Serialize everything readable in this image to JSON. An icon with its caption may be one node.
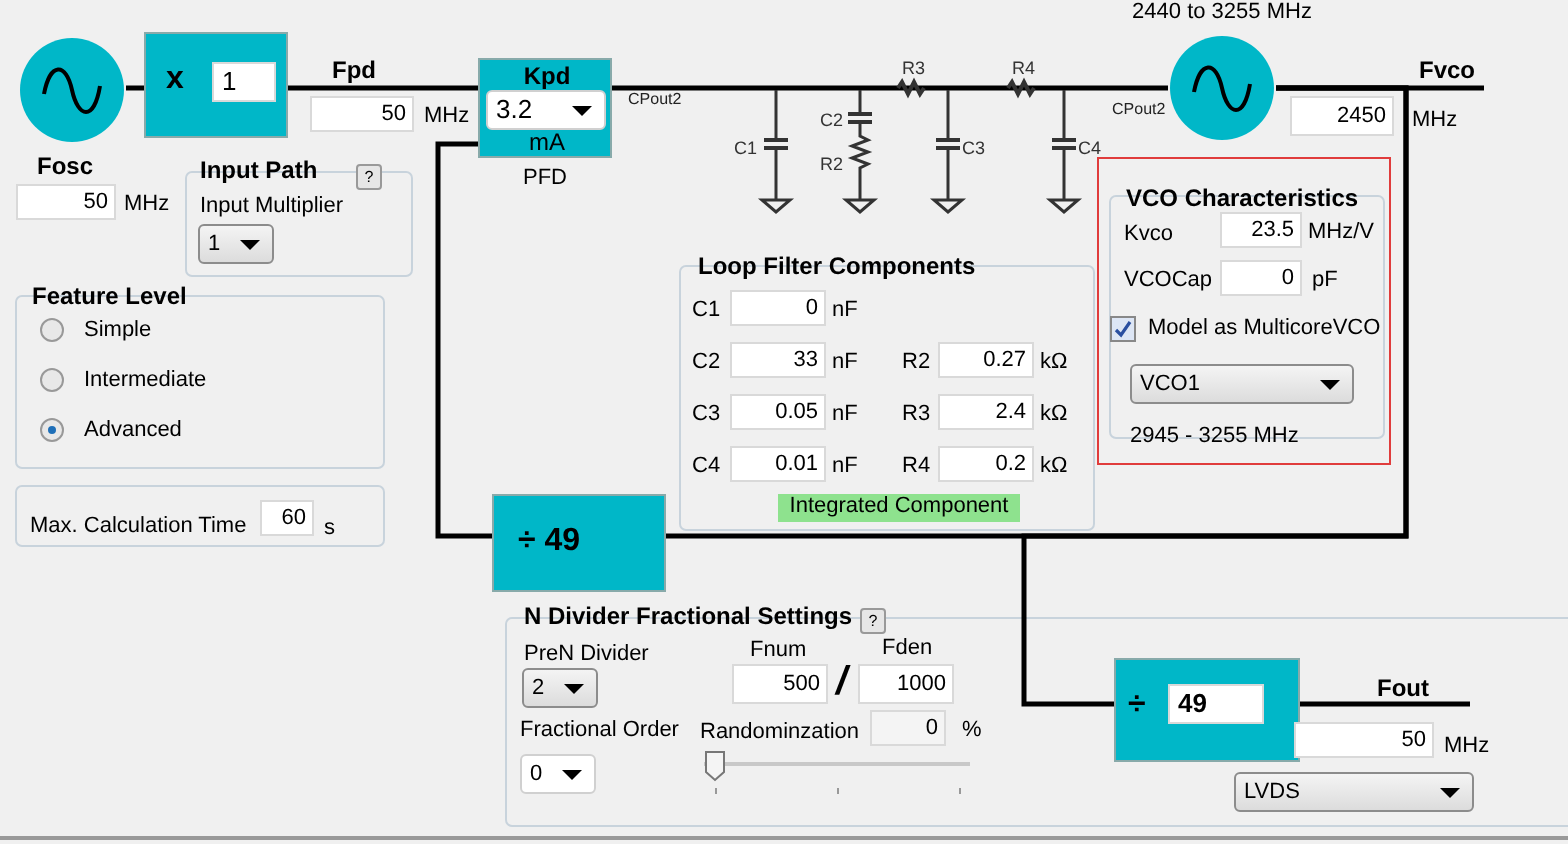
{
  "diagram": {
    "nodes": [
      {
        "text": [],
        "shape": "circle",
        "beside": [
          "Fosc"
        ]
      },
      {
        "text": [
          "x",
          "1"
        ]
      },
      {
        "text": [
          "Kpd",
          "3.2",
          "mA"
        ],
        "beside": [
          "PFD"
        ]
      },
      {
        "text": [],
        "shape": "circle",
        "beside": [
          "2440 to 3255 MHz"
        ]
      },
      {
        "text": [
          "÷ 49"
        ]
      },
      {
        "text": [
          "÷",
          "49"
        ]
      },
      {
        "text": [
          "Fvco"
        ]
      },
      {
        "text": [
          "Fout"
        ]
      }
    ],
    "edges": [
      {
        "from": 0,
        "to": 1,
        "arrow": "none"
      },
      {
        "from": 1,
        "to": 2,
        "arrow": "none"
      },
      {
        "from": 2,
        "to": 3,
        "arrow": "none"
      },
      {
        "from": 3,
        "to": 6,
        "arrow": "none"
      },
      {
        "from": 3,
        "to": 4,
        "arrow": "none"
      },
      {
        "from": 4,
        "to": 2,
        "arrow": "none"
      },
      {
        "from": 3,
        "to": 5,
        "arrow": "none"
      },
      {
        "from": 5,
        "to": 7,
        "arrow": "none"
      }
    ],
    "labels": [
      "50",
      "MHz",
      "Fpd",
      "50",
      "MHz",
      "Input Path",
      "?",
      "Input Multiplier",
      "1",
      "Feature Level",
      "Simple",
      "Intermediate",
      "Advanced",
      "Max. Calculation Time",
      "60",
      "s",
      "CPout2",
      "C1",
      "C2",
      "R2",
      "R3",
      "C3",
      "R4",
      "C4",
      "CPout2",
      "2450",
      "MHz",
      "VCO Characteristics",
      "Kvco",
      "23.5",
      "MHz/V",
      "VCOCap",
      "0",
      "pF",
      "Model as MulticoreVCO",
      "VCO1",
      "2945 - 3255 MHz",
      "Loop Filter Components",
      "C1",
      "0",
      "nF",
      "C2",
      "33",
      "nF",
      "R2",
      "0.27",
      "kΩ",
      "C3",
      "0.05",
      "nF",
      "R3",
      "2.4",
      "kΩ",
      "C4",
      "0.01",
      "nF",
      "R4",
      "0.2",
      "kΩ",
      "Integrated Component",
      "N Divider Fractional Settings",
      "?",
      "PreN Divider",
      "Fnum",
      "Fden",
      "2",
      "500",
      "/",
      "1000",
      "Fractional Order",
      "0",
      "Randominzation",
      "0",
      "%",
      "50",
      "MHz",
      "LVDS"
    ]
  }
}
